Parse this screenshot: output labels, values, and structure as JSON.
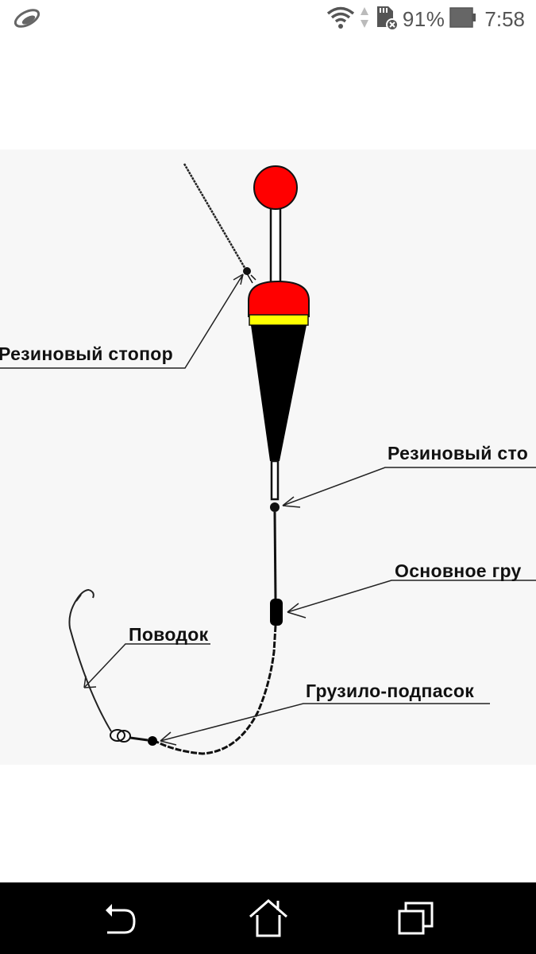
{
  "status_bar": {
    "app_icon": "app-notification-icon",
    "icons": [
      "wifi-icon",
      "data-arrows-icon",
      "sd-card-error-icon",
      "battery-icon"
    ],
    "battery_percent": "91%",
    "time": "7:58"
  },
  "diagram": {
    "background": "#f7f7f7",
    "colors": {
      "float_top": "#ff0000",
      "float_band": "#ffff00",
      "float_body": "#000000",
      "line": "#111111"
    },
    "labels": {
      "top_stopper": "Резиновый стопор",
      "bottom_stopper": "Резиновый сто",
      "main_sinker": "Основное гру",
      "leader": "Поводок",
      "sub_sinker": "Грузило-подпасок"
    }
  },
  "nav_bar": {
    "buttons": [
      {
        "name": "back",
        "icon": "back-icon"
      },
      {
        "name": "home",
        "icon": "home-icon"
      },
      {
        "name": "recents",
        "icon": "recents-icon"
      }
    ]
  }
}
